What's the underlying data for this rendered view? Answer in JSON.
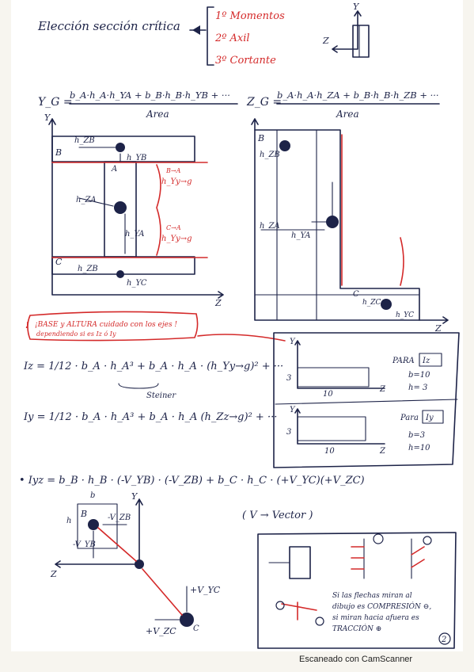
{
  "title": "Elección sección crítica",
  "criteria": [
    "1º Momentos",
    "2º Axil",
    "3º Cortante"
  ],
  "axes": {
    "y": "Y",
    "z": "Z"
  },
  "formula_yg": {
    "lhs": "Y_G =",
    "num": "b_A·h_A·h_YA + b_B·h_B·h_YB + ···",
    "den": "Area"
  },
  "formula_zg": {
    "lhs": "Z_G =",
    "num": "b_A·h_A·h_ZA + b_B·h_B·h_ZB + ···",
    "den": "Area"
  },
  "left_fig": {
    "B": "B",
    "A": "A",
    "C": "C",
    "hzb": "h_ZB",
    "hyb": "h_YB",
    "hza": "h_ZA",
    "hya": "h_YA",
    "hzb2": "h_ZB",
    "hyc": "h_YC",
    "dist1": "h_Yy→g",
    "dist1_top": "B→A",
    "dist2": "h_Yy→g",
    "dist2_top": "C→A"
  },
  "right_fig": {
    "B": "B",
    "C": "C",
    "hzb": "h_ZB",
    "hza": "h_ZA",
    "hya": "h_YA",
    "hzc": "h_ZC",
    "hyc": "h_YC"
  },
  "warning": {
    "line1": "¡BASE y ALTURA cuidado con los ejes !",
    "line2": "dependiendo si es Iz ó Iy"
  },
  "iz_formula": "Iz = 1/12 · b_A · h_A³ + b_A · h_A · (h_Yy→g)² + ···",
  "steiner": "Steiner",
  "iy_formula": "Iy = 1/12 · b_A · h_A³ + b_A · h_A (h_Zz→g)² + ···",
  "box_iz": {
    "para": "PARA",
    "axis": "Iz",
    "b": "b=10",
    "h": "h= 3",
    "w": "10",
    "hv": "3"
  },
  "box_iy": {
    "para": "Para",
    "axis": "Iy",
    "b": "b=3",
    "h": "h=10",
    "w": "10",
    "hv": "3"
  },
  "iyz_formula": "• Iyz = b_B · h_B · (-V_YB) · (-V_ZB) + b_C · h_C · (+V_YC)(+V_ZC)",
  "bottom_fig": {
    "B": "B",
    "C": "C",
    "vzb": "-V_ZB",
    "vyb": "-V_YB",
    "vyc": "+V_YC",
    "vzc": "+V_ZC",
    "b": "b",
    "h": "h"
  },
  "note_v": "( V → Vector )",
  "note_traction": [
    "Si las flechas miran al",
    "dibujo es COMPRESIÓN ⊖,",
    "si miran hacia afuera es",
    "TRACCIÓN ⊕"
  ],
  "page_number": "2",
  "footer": "Escaneado con CamScanner"
}
